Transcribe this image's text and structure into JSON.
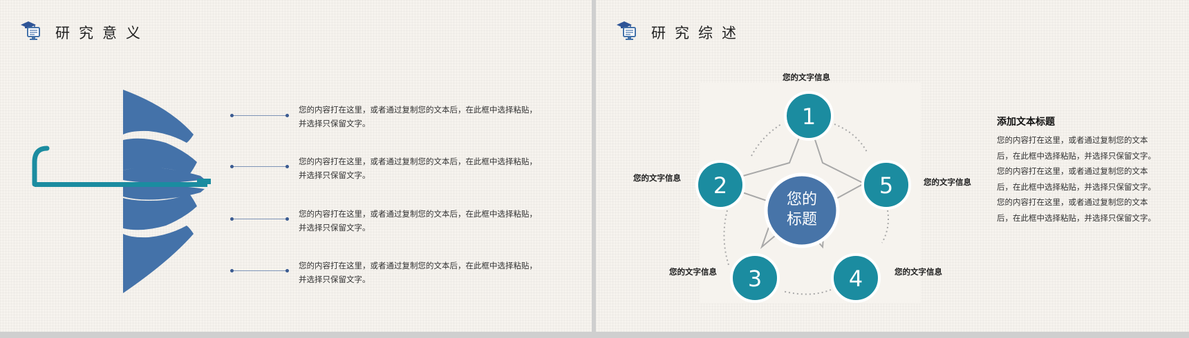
{
  "left_slide": {
    "title": "研究意义",
    "items": [
      {
        "text": "您的内容打在这里，或者通过复制您的文本后，在此框中选择粘贴，并选择只保留文字。"
      },
      {
        "text": "您的内容打在这里，或者通过复制您的文本后，在此框中选择粘贴，并选择只保留文字。"
      },
      {
        "text": "您的内容打在这里，或者通过复制您的文本后，在此框中选择粘贴，并选择只保留文字。"
      },
      {
        "text": "您的内容打在这里，或者通过复制您的文本后，在此框中选择粘贴，并选择只保留文字。"
      }
    ]
  },
  "right_slide": {
    "title": "研究综述",
    "center": {
      "line1": "您的",
      "line2": "标题"
    },
    "nodes": [
      {
        "number": "1",
        "label": "您的文字信息"
      },
      {
        "number": "2",
        "label": "您的文字信息"
      },
      {
        "number": "3",
        "label": "您的文字信息"
      },
      {
        "number": "4",
        "label": "您的文字信息"
      },
      {
        "number": "5",
        "label": "您的文字信息"
      }
    ],
    "side_title": "添加文本标题",
    "side_text": "您的内容打在这里，或者通过复制您的文本后，在此框中选择粘贴，并选择只保留文字。您的内容打在这里，或者通过复制您的文本后，在此框中选择粘贴，并选择只保留文字。您的内容打在这里，或者通过复制您的文本后，在此框中选择粘贴，并选择只保留文字。"
  },
  "colors": {
    "umbrella_blue": "#4472a9",
    "teal": "#1b8ca0",
    "center_blue": "#4774a8",
    "connector": "#a8a8a8"
  },
  "icons": [
    "graduation-cap-monitor-icon",
    "umbrella-icon"
  ]
}
